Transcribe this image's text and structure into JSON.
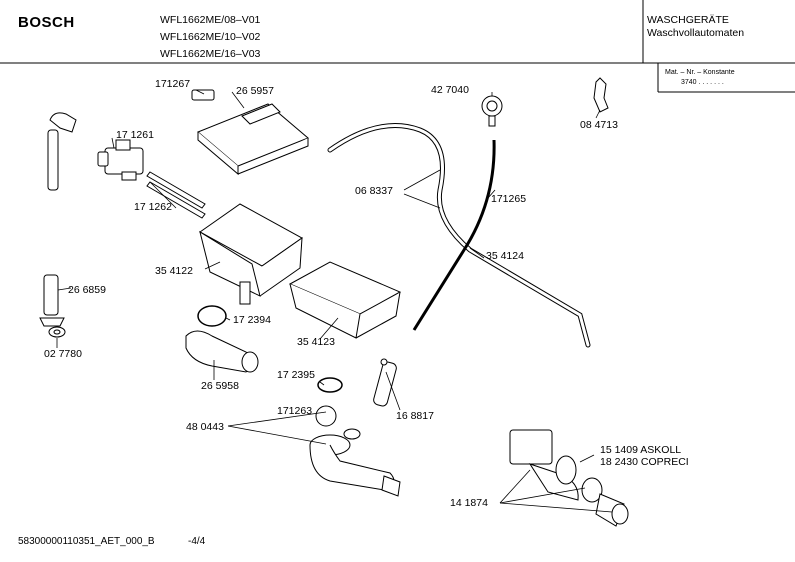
{
  "header": {
    "brand": "BOSCH",
    "models": [
      "WFL1662ME/08–V01",
      "WFL1662ME/10–V02",
      "WFL1662ME/16–V03"
    ],
    "category": "WASCHGERÄTE",
    "subcategory": "Waschvollautomaten",
    "material_header": "Mat. – Nr. – Konstante",
    "material_value": "3740 . . . . . . ."
  },
  "parts": {
    "p171267": "171267",
    "p265957": "26 5957",
    "p171261": "17 1261",
    "p171262": "17 1262",
    "p354122": "35 4122",
    "p266859": "26 6859",
    "p027780": "02 7780",
    "p172394": "17 2394",
    "p265958": "26 5958",
    "p354123": "35 4123",
    "p427040": "42 7040",
    "p084713": "08 4713",
    "p068337": "06 8337",
    "p171265": "171265",
    "p354124": "35 4124",
    "p172395": "17 2395",
    "p171263": "171263",
    "p480443": "48 0443",
    "p168817": "16 8817",
    "p151409": "15 1409  ASKOLL",
    "p182430": "18 2430  COPRECI",
    "p141874": "14 1874"
  },
  "footer": {
    "doc_id": "58300000110351_AET_000_B",
    "page": "-4/4"
  }
}
